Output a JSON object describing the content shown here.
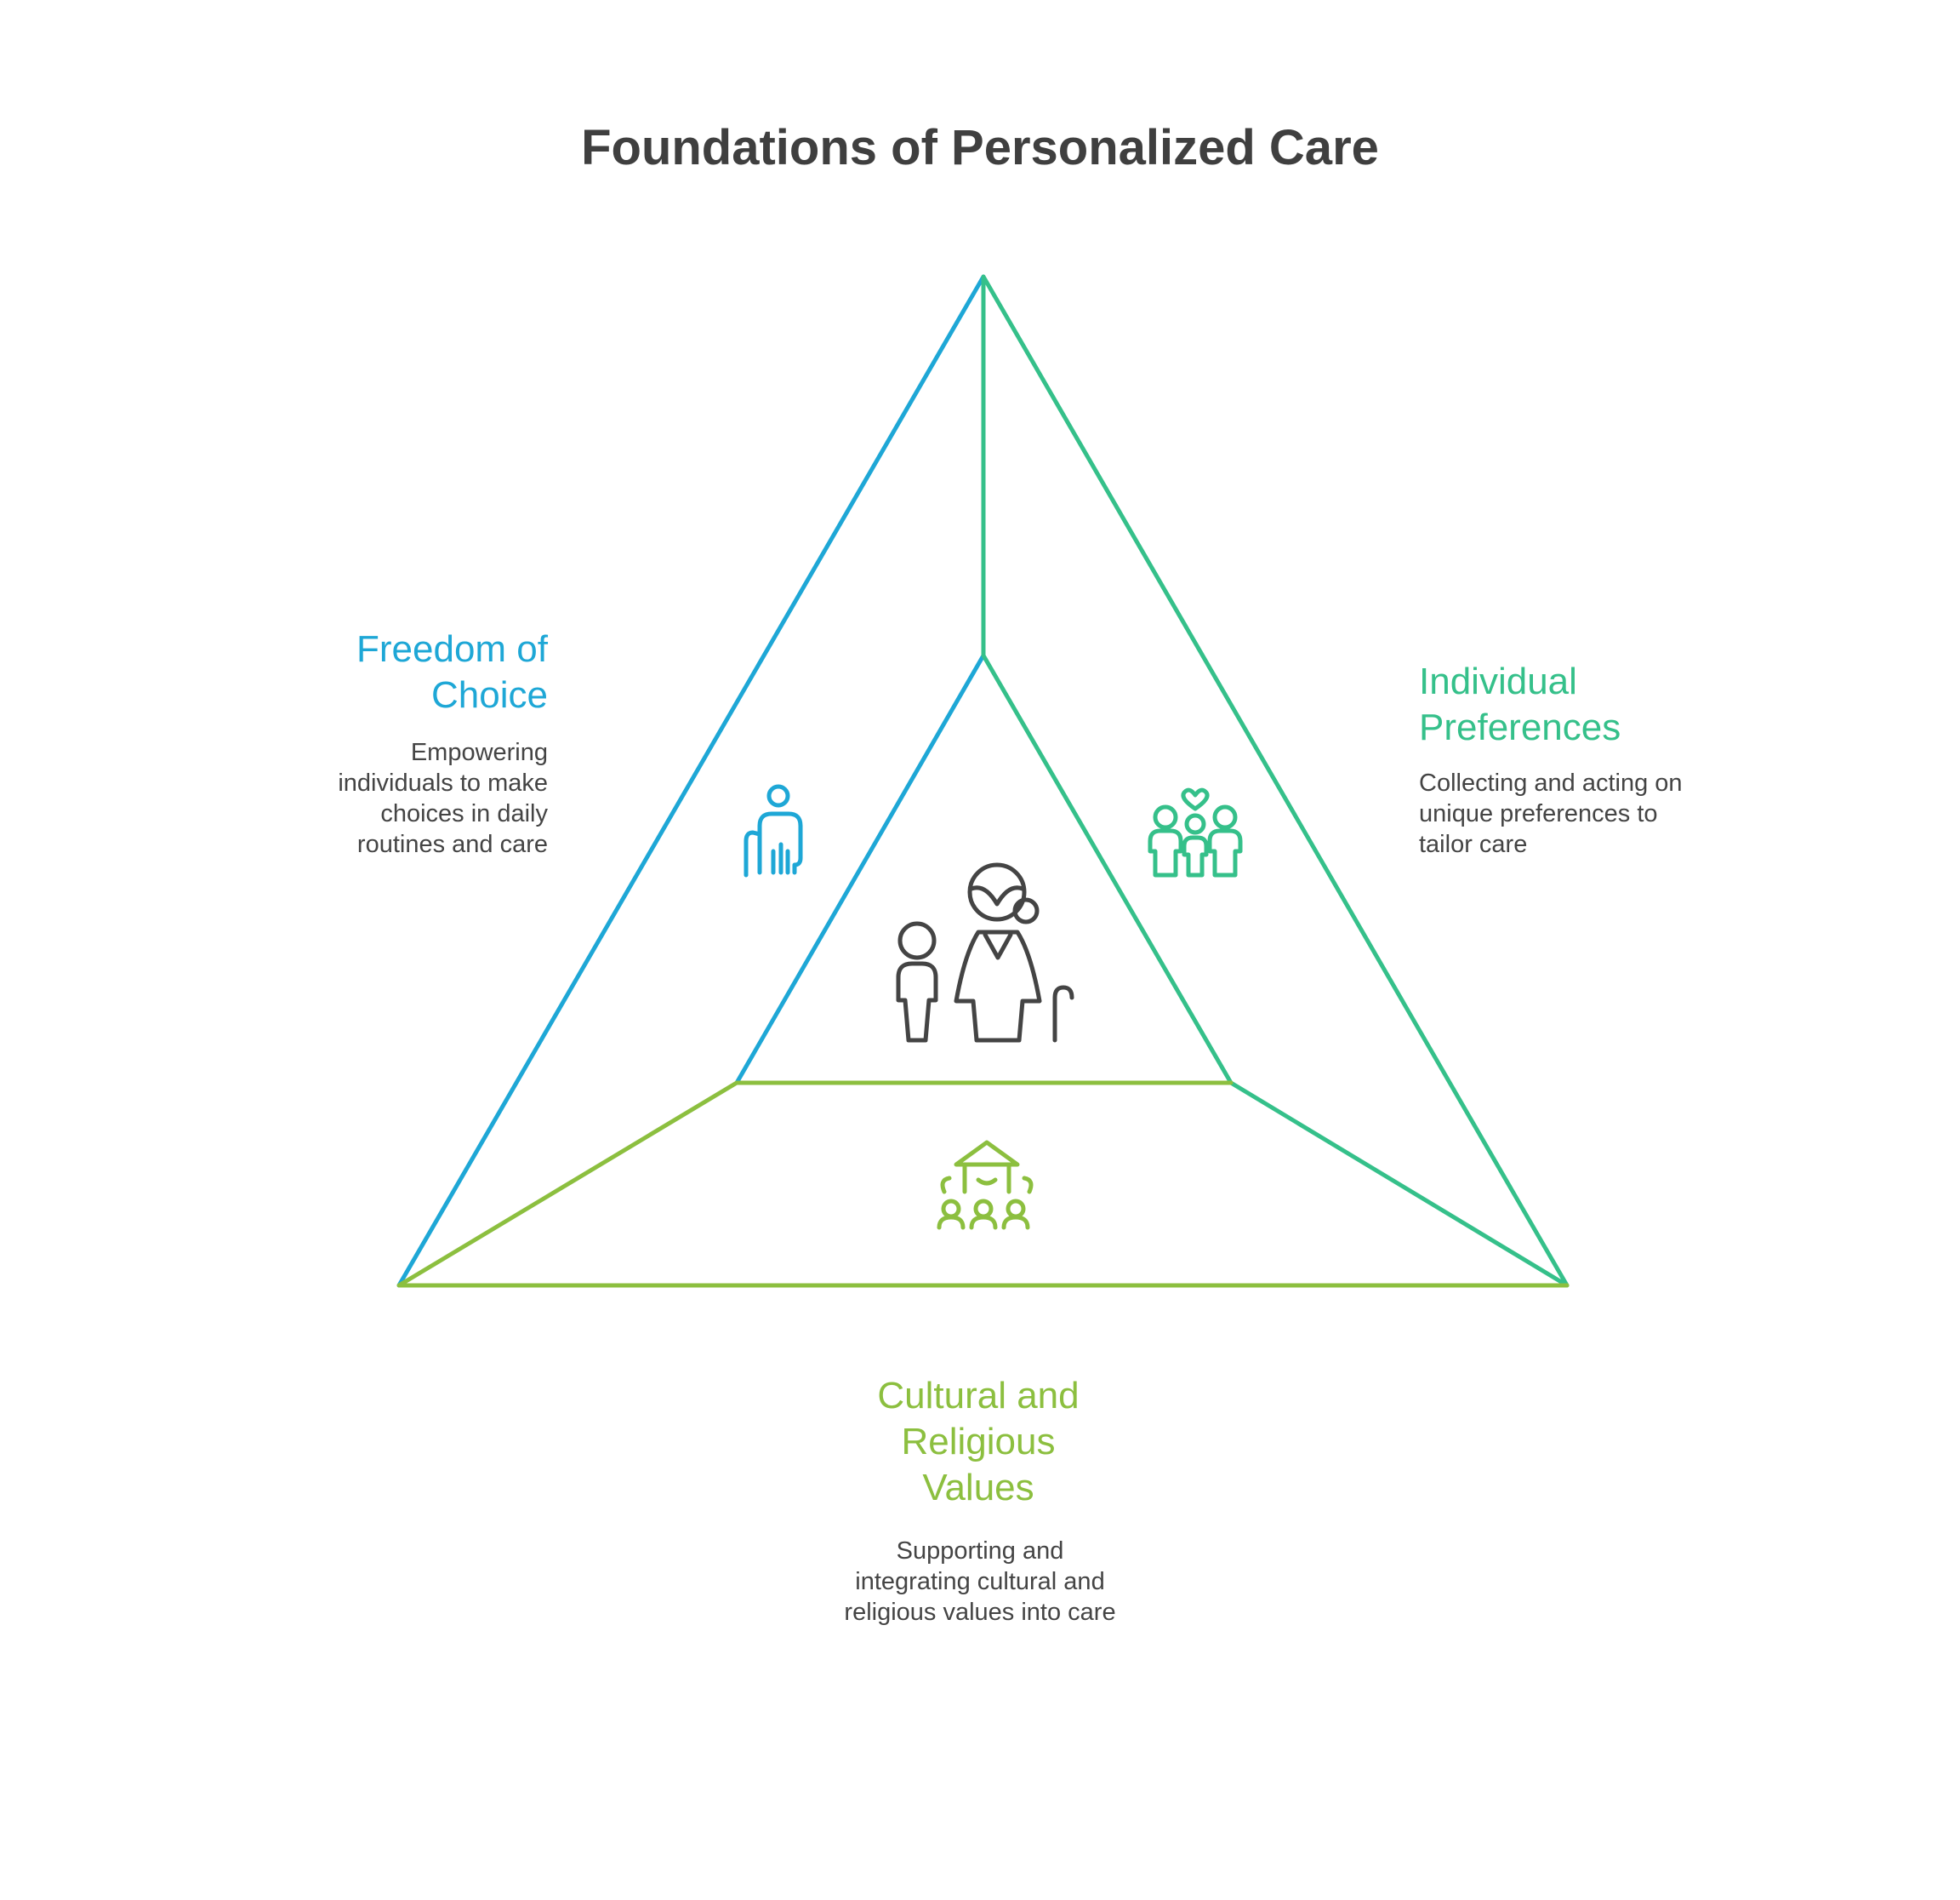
{
  "title": "Foundations of Personalized Care",
  "colors": {
    "blue": "#1ea7d6",
    "teal": "#35c08a",
    "lime": "#8cbf3f",
    "dark": "#444444"
  },
  "sections": {
    "freedom": {
      "heading": "Freedom of Choice",
      "description": "Empowering individuals to make choices in daily routines and care",
      "icon": "elderly-person-with-cane-icon"
    },
    "preferences": {
      "heading": "Individual Preferences",
      "description": "Collecting and acting on unique preferences to tailor care",
      "icon": "family-with-heart-icon"
    },
    "values": {
      "heading": "Cultural and Religious Values",
      "description": "Supporting and integrating cultural and religious values into care",
      "icon": "temple-with-community-icon"
    },
    "center": {
      "icon": "child-and-elderly-woman-icon"
    }
  }
}
